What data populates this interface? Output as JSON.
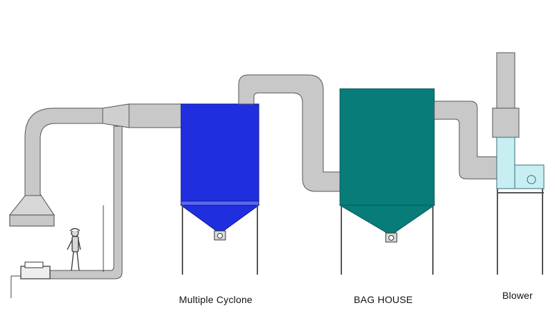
{
  "labels": {
    "cyclone": "Multiple Cyclone",
    "baghouse": "BAG HOUSE",
    "blower": "Blower"
  },
  "colors": {
    "duct": "#c8c8c8",
    "duct_outline": "#555555",
    "cyclone": "#1f2fe0",
    "baghouse": "#077c79",
    "blower_body": "#c6eef3",
    "stack": "#c8c8c8",
    "legs": "#555555"
  },
  "components": [
    {
      "name": "hood",
      "icon": "hood-icon"
    },
    {
      "name": "worker",
      "icon": "person-icon"
    },
    {
      "name": "workbench",
      "icon": "machine-icon"
    },
    {
      "name": "multiple-cyclone",
      "icon": "cyclone-icon"
    },
    {
      "name": "bag-house",
      "icon": "baghouse-icon"
    },
    {
      "name": "blower",
      "icon": "blower-icon"
    },
    {
      "name": "stack",
      "icon": "stack-icon"
    }
  ]
}
